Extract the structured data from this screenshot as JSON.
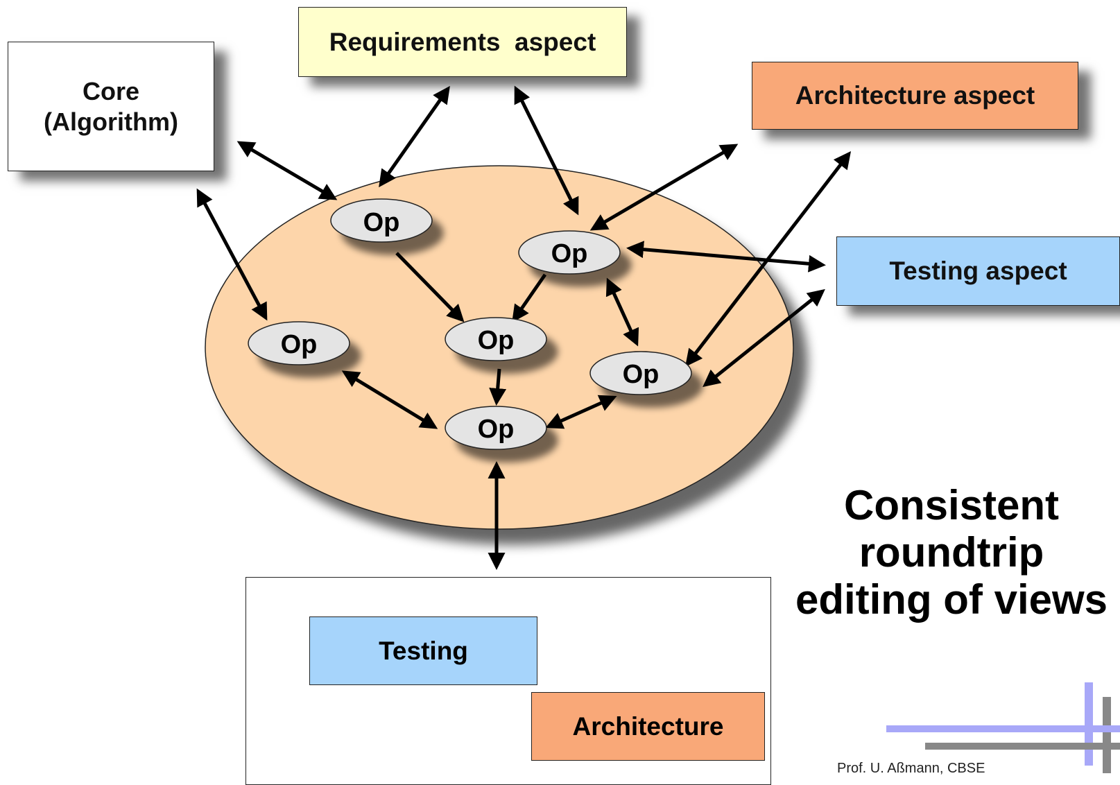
{
  "nodes": {
    "core": {
      "line1": "Core",
      "line2": "(Algorithm)"
    },
    "requirements": "Requirements  aspect",
    "architecture": "Architecture aspect",
    "testing": "Testing aspect",
    "op_label": "Op"
  },
  "bottom_panel": {
    "testing": "Testing",
    "architecture": "Architecture"
  },
  "caption": {
    "line1": "Consistent",
    "line2": "roundtrip",
    "line3": "editing of views"
  },
  "footer": "Prof. U. Aßmann, CBSE",
  "colors": {
    "core_fill": "#ffffff",
    "requirements_fill": "#ffffcc",
    "architecture_fill": "#f9a878",
    "testing_fill": "#a6d4fb",
    "ellipse_fill": "#fdd5aa",
    "op_fill": "#e4e4e4",
    "logo_blue": "#a8a8f8",
    "logo_gray": "#888888"
  }
}
